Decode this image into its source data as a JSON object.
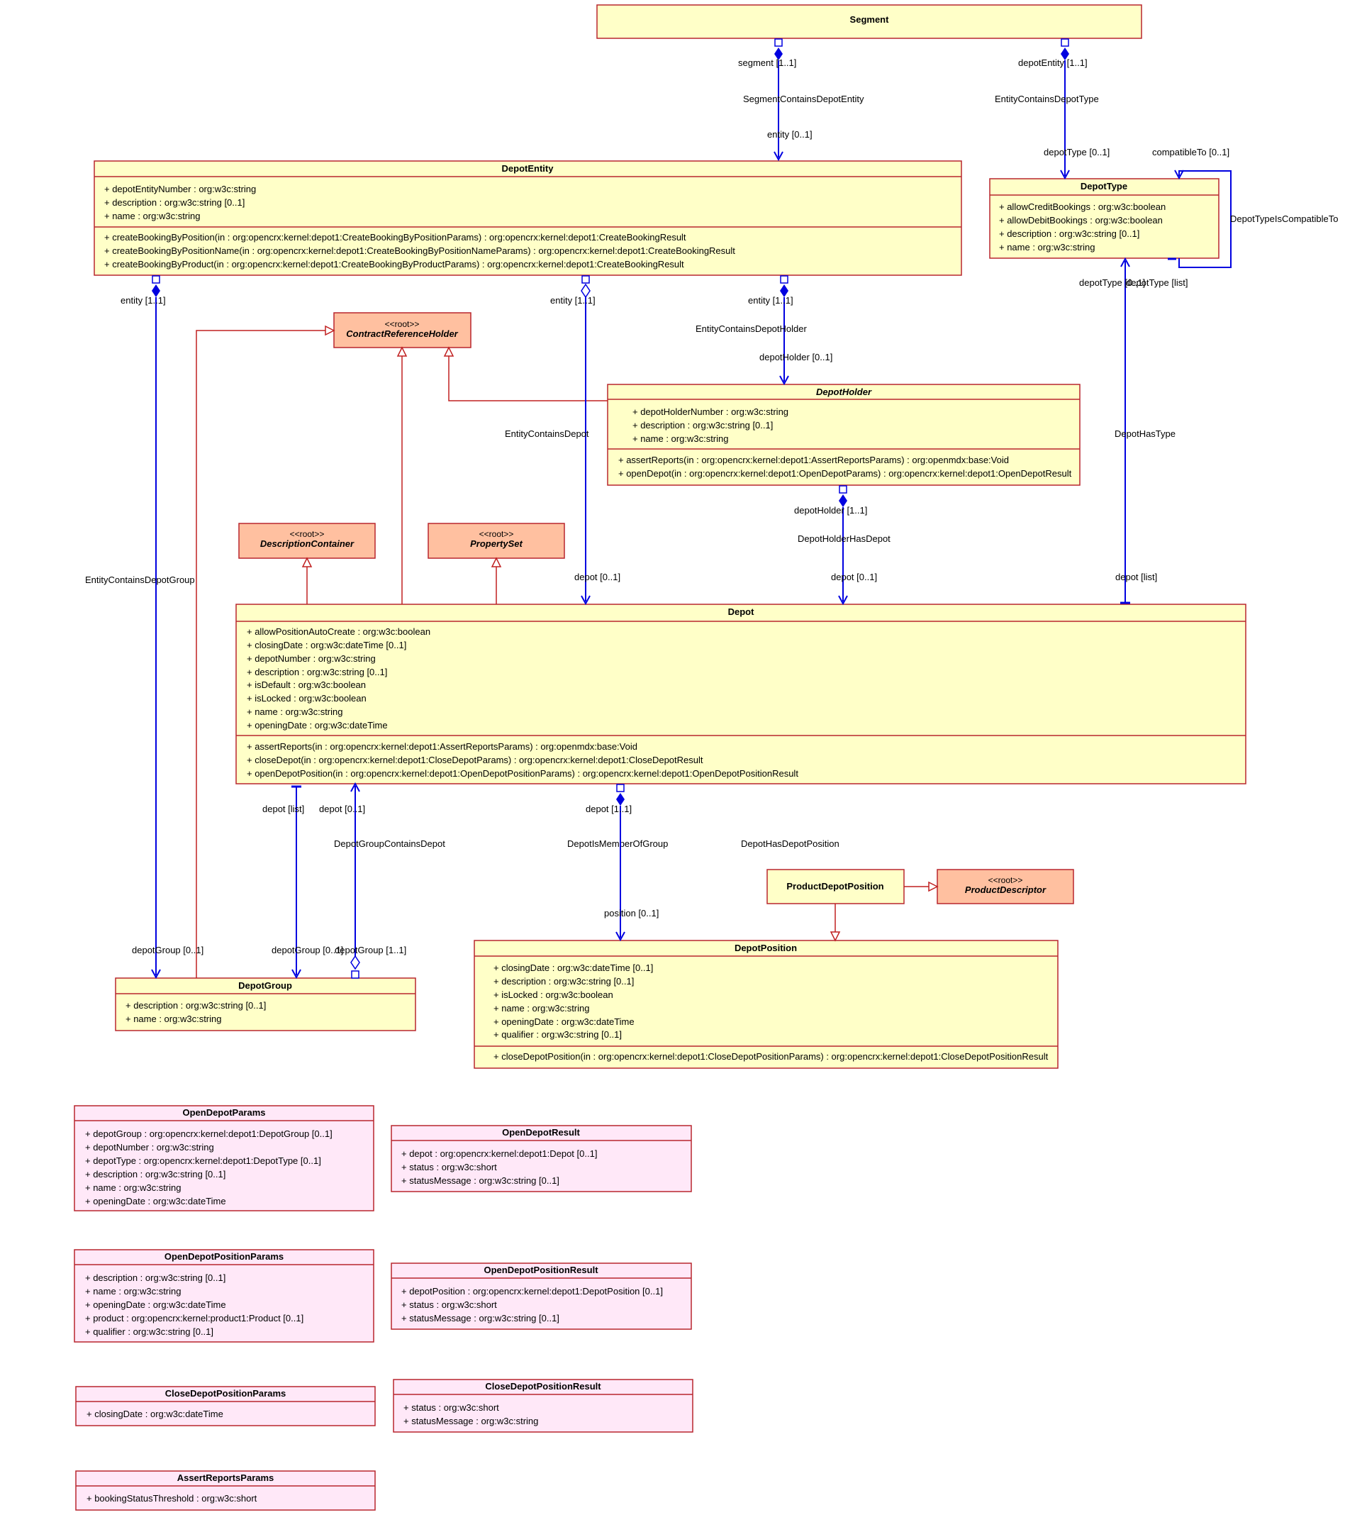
{
  "colors": {
    "class_fill": "#ffffc8",
    "class_border": "#b8262e",
    "root_fill": "#ffc0a0",
    "param_fill": "#ffe8f8",
    "association": "#0000e0",
    "generalization": "#c02020"
  },
  "classes": {
    "segment": {
      "name": "Segment",
      "attributes": [],
      "operations": []
    },
    "depot_entity": {
      "name": "DepotEntity",
      "attributes": [
        "+ depotEntityNumber : org:w3c:string",
        "+ description : org:w3c:string [0..1]",
        "+ name : org:w3c:string"
      ],
      "operations": [
        "+ createBookingByPosition(in : org:opencrx:kernel:depot1:CreateBookingByPositionParams) : org:opencrx:kernel:depot1:CreateBookingResult",
        "+ createBookingByPositionName(in : org:opencrx:kernel:depot1:CreateBookingByPositionNameParams) : org:opencrx:kernel:depot1:CreateBookingResult",
        "+ createBookingByProduct(in : org:opencrx:kernel:depot1:CreateBookingByProductParams) : org:opencrx:kernel:depot1:CreateBookingResult"
      ]
    },
    "depot_type": {
      "name": "DepotType",
      "attributes": [
        "+ allowCreditBookings : org:w3c:boolean",
        "+ allowDebitBookings : org:w3c:boolean",
        "+ description : org:w3c:string [0..1]",
        "+ name : org:w3c:string"
      ],
      "operations": []
    },
    "contract_reference_holder": {
      "stereotype": "<<root>>",
      "name": "ContractReferenceHolder"
    },
    "depot_holder": {
      "name": "DepotHolder",
      "attributes": [
        "+ depotHolderNumber : org:w3c:string",
        "+ description : org:w3c:string [0..1]",
        "+ name : org:w3c:string"
      ],
      "operations": [
        "+ assertReports(in : org:opencrx:kernel:depot1:AssertReportsParams) : org:openmdx:base:Void",
        "+ openDepot(in : org:opencrx:kernel:depot1:OpenDepotParams) : org:opencrx:kernel:depot1:OpenDepotResult"
      ]
    },
    "description_container": {
      "stereotype": "<<root>>",
      "name": "DescriptionContainer"
    },
    "property_set": {
      "stereotype": "<<root>>",
      "name": "PropertySet"
    },
    "depot": {
      "name": "Depot",
      "attributes": [
        "+ allowPositionAutoCreate : org:w3c:boolean",
        "+ closingDate : org:w3c:dateTime [0..1]",
        "+ depotNumber : org:w3c:string",
        "+ description : org:w3c:string [0..1]",
        "+ isDefault : org:w3c:boolean",
        "+ isLocked : org:w3c:boolean",
        "+ name : org:w3c:string",
        "+ openingDate : org:w3c:dateTime"
      ],
      "operations": [
        "+ assertReports(in : org:opencrx:kernel:depot1:AssertReportsParams) : org:openmdx:base:Void",
        "+ closeDepot(in : org:opencrx:kernel:depot1:CloseDepotParams) : org:opencrx:kernel:depot1:CloseDepotResult",
        "+ openDepotPosition(in : org:opencrx:kernel:depot1:OpenDepotPositionParams) : org:opencrx:kernel:depot1:OpenDepotPositionResult"
      ]
    },
    "product_depot_position": {
      "name": "ProductDepotPosition"
    },
    "product_descriptor": {
      "stereotype": "<<root>>",
      "name": "ProductDescriptor"
    },
    "depot_group": {
      "name": "DepotGroup",
      "attributes": [
        "+ description : org:w3c:string [0..1]",
        "+ name : org:w3c:string"
      ],
      "operations": []
    },
    "depot_position": {
      "name": "DepotPosition",
      "attributes": [
        "+ closingDate : org:w3c:dateTime [0..1]",
        "+ description : org:w3c:string [0..1]",
        "+ isLocked : org:w3c:boolean",
        "+ name : org:w3c:string",
        "+ openingDate : org:w3c:dateTime",
        "+ qualifier : org:w3c:string [0..1]"
      ],
      "operations": [
        "+ closeDepotPosition(in : org:opencrx:kernel:depot1:CloseDepotPositionParams) : org:opencrx:kernel:depot1:CloseDepotPositionResult"
      ]
    },
    "open_depot_params": {
      "name": "OpenDepotParams",
      "attributes": [
        "+ depotGroup : org:opencrx:kernel:depot1:DepotGroup [0..1]",
        "+ depotNumber : org:w3c:string",
        "+ depotType : org:opencrx:kernel:depot1:DepotType [0..1]",
        "+ description : org:w3c:string [0..1]",
        "+ name : org:w3c:string",
        "+ openingDate : org:w3c:dateTime"
      ]
    },
    "open_depot_result": {
      "name": "OpenDepotResult",
      "attributes": [
        "+ depot : org:opencrx:kernel:depot1:Depot [0..1]",
        "+ status : org:w3c:short",
        "+ statusMessage : org:w3c:string [0..1]"
      ]
    },
    "open_depot_position_params": {
      "name": "OpenDepotPositionParams",
      "attributes": [
        "+ description : org:w3c:string [0..1]",
        "+ name : org:w3c:string",
        "+ openingDate : org:w3c:dateTime",
        "+ product : org:opencrx:kernel:product1:Product [0..1]",
        "+ qualifier : org:w3c:string [0..1]"
      ]
    },
    "open_depot_position_result": {
      "name": "OpenDepotPositionResult",
      "attributes": [
        "+ depotPosition : org:opencrx:kernel:depot1:DepotPosition [0..1]",
        "+ status : org:w3c:short",
        "+ statusMessage : org:w3c:string [0..1]"
      ]
    },
    "close_depot_position_params": {
      "name": "CloseDepotPositionParams",
      "attributes": [
        "+ closingDate : org:w3c:dateTime"
      ]
    },
    "close_depot_position_result": {
      "name": "CloseDepotPositionResult",
      "attributes": [
        "+ status : org:w3c:short",
        "+ statusMessage : org:w3c:string"
      ]
    },
    "assert_reports_params": {
      "name": "AssertReportsParams",
      "attributes": [
        "+ bookingStatusThreshold : org:w3c:short"
      ]
    }
  },
  "associations": {
    "segment_contains_depot_entity": {
      "name": "SegmentContainsDepotEntity",
      "end_a": "segment [1..1]",
      "end_b": "entity [0..1]"
    },
    "entity_contains_depot_type": {
      "name": "EntityContainsDepotType",
      "end_a": "depotEntity [1..1]",
      "end_b": "depotType [0..1]"
    },
    "depot_type_is_compatible_to": {
      "name": "DepotTypeIsCompatibleTo",
      "end_a": "compatibleTo [0..1]",
      "end_b": "depotType [list]"
    },
    "entity_contains_depot_holder": {
      "name": "EntityContainsDepotHolder",
      "end_a": "entity [1..1]",
      "end_b": "depotHolder [0..1]"
    },
    "entity_contains_depot": {
      "name": "EntityContainsDepot",
      "end_a": "entity [1..1]",
      "end_b": "depot [0..1]"
    },
    "entity_contains_depot_group": {
      "name": "EntityContainsDepotGroup",
      "end_a": "entity [1..1]",
      "end_b": "depotGroup [0..1]"
    },
    "depot_holder_has_depot": {
      "name": "DepotHolderHasDepot",
      "end_a": "depotHolder [1..1]",
      "end_b": "depot [0..1]"
    },
    "depot_has_type": {
      "name": "DepotHasType",
      "end_a": "depotType [0..1]",
      "end_b": "depot [list]"
    },
    "depot_group_contains_depot": {
      "name": "DepotGroupContainsDepot",
      "end_a": "depot [list]",
      "end_b": "depot [0..1]",
      "end_c": "depotGroup [0..1]",
      "end_d": "depotGroup [1..1]"
    },
    "depot_is_member_of_group": {
      "name": "DepotIsMemberOfGroup"
    },
    "depot_has_depot_position": {
      "name": "DepotHasDepotPosition",
      "end_a": "depot [1..1]",
      "end_b": "position [0..1]"
    }
  }
}
